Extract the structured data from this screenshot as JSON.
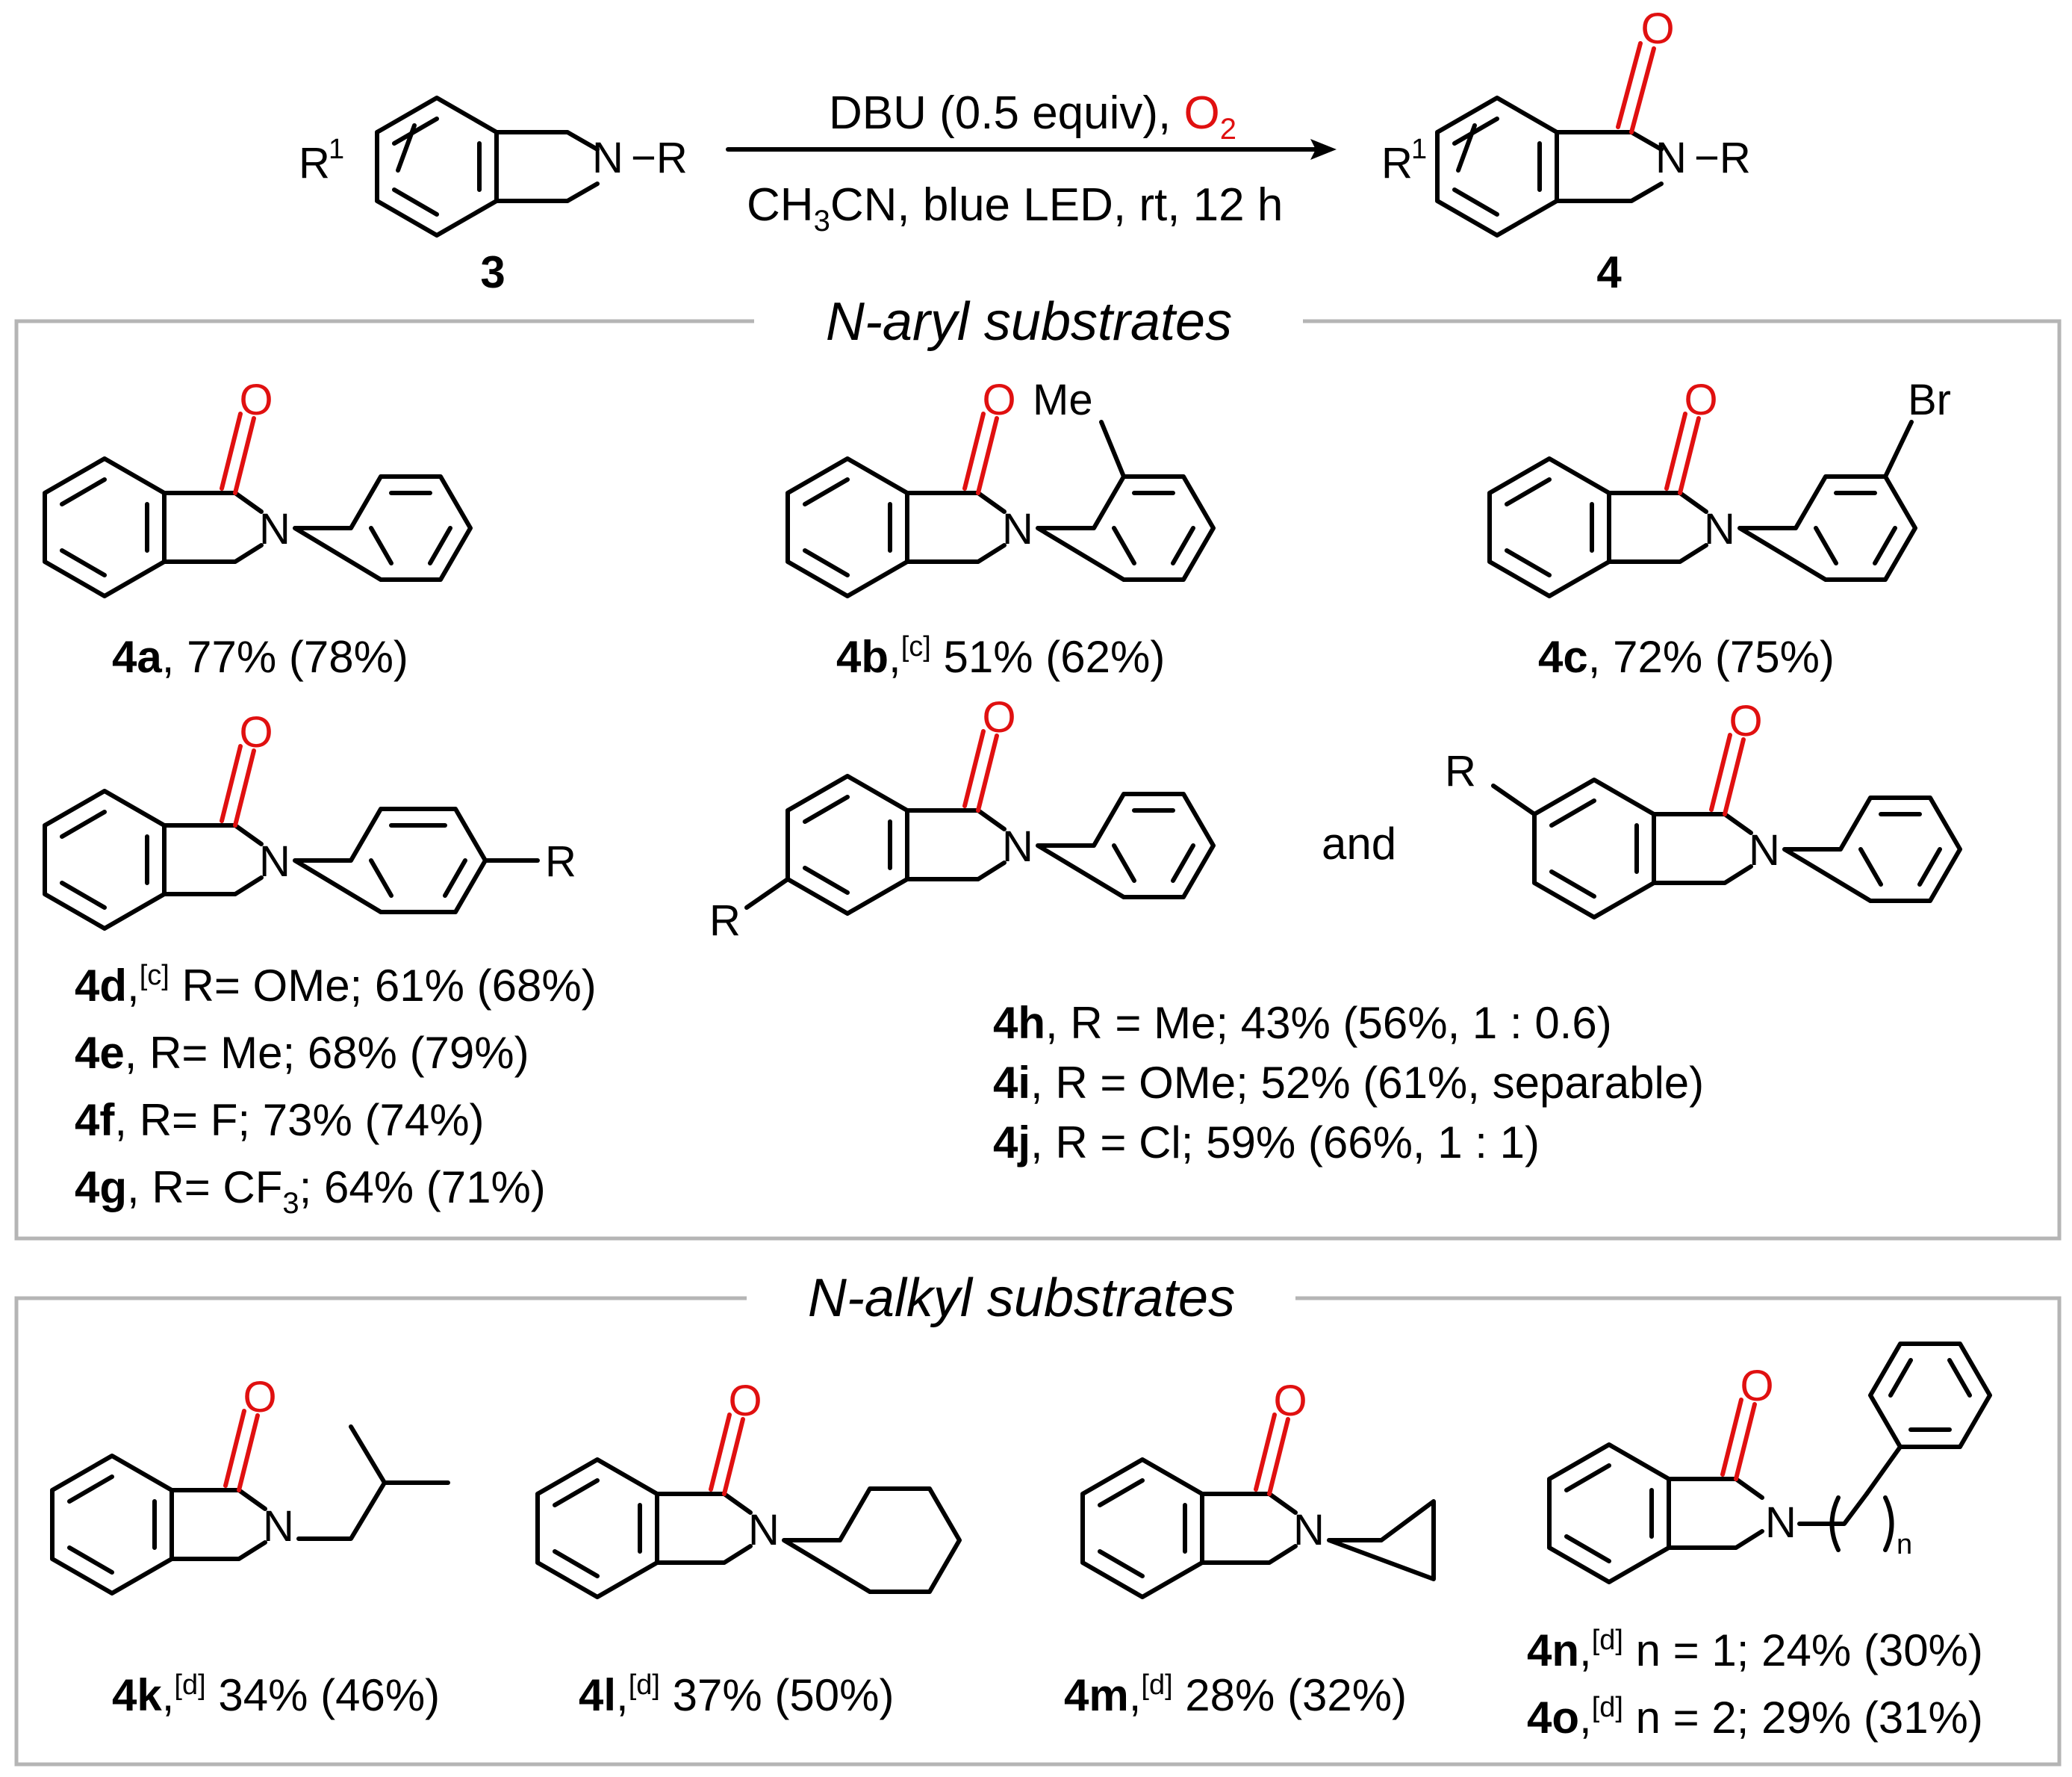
{
  "reaction": {
    "reagent_line": "DBU (0.5 equiv), ",
    "oxidant": "O",
    "oxidant_sub": "2",
    "conditions_a": "CH",
    "conditions_sub": "3",
    "conditions_b": "CN, blue LED, rt, 12 h",
    "start_label": "3",
    "product_label": "4",
    "substituent_r1": "R",
    "substituent_r1_sup": "1",
    "nitrogen": "N",
    "dash_r": "−R",
    "oxygen": "O"
  },
  "sections": {
    "aryl_title": "N-aryl substrates",
    "alkyl_title": "N-alkyl substrates"
  },
  "atoms": {
    "N": "N",
    "O": "O",
    "R": "R",
    "Me": "Me",
    "Br": "Br",
    "n": "n",
    "and": "and"
  },
  "aryl": {
    "4a": {
      "id": "4a",
      "text": ", 77% (78%)"
    },
    "4b": {
      "id": "4b",
      "sep": ",",
      "note": "[c]",
      "text": " 51% (62%)"
    },
    "4c": {
      "id": "4c",
      "text": ", 72% (75%)"
    },
    "4d": {
      "id": "4d",
      "sep": ",",
      "note": "[c]",
      "text": " R= OMe; 61% (68%)"
    },
    "4e": {
      "id": "4e",
      "text": ", R= Me; 68% (79%)"
    },
    "4f": {
      "id": "4f",
      "text": ", R= F; 73% (74%)"
    },
    "4g": {
      "id": "4g",
      "text_a": ", R= CF",
      "sub": "3",
      "text_b": "; 64% (71%)"
    },
    "4h": {
      "id": "4h",
      "text": ", R = Me; 43% (56%, 1 : 0.6)"
    },
    "4i": {
      "id": "4i",
      "text": ", R = OMe; 52% (61%, separable)"
    },
    "4j": {
      "id": "4j",
      "text": ", R = Cl; 59% (66%, 1 : 1)"
    }
  },
  "alkyl": {
    "4k": {
      "id": "4k",
      "sep": ",",
      "note": "[d]",
      "text": " 34% (46%)"
    },
    "4l": {
      "id": "4l",
      "sep": ",",
      "note": "[d]",
      "text": " 37% (50%)"
    },
    "4m": {
      "id": "4m",
      "sep": ",",
      "note": "[d]",
      "text": " 28% (32%)"
    },
    "4n": {
      "id": "4n",
      "sep": ",",
      "note": "[d]",
      "text": " n = 1; 24% (30%)"
    },
    "4o": {
      "id": "4o",
      "sep": ",",
      "note": "[d]",
      "text": " n = 2; 29% (31%)"
    }
  },
  "colors": {
    "oxygen": "#e01010",
    "bond": "#000000",
    "frame": "#b5b5b5"
  }
}
